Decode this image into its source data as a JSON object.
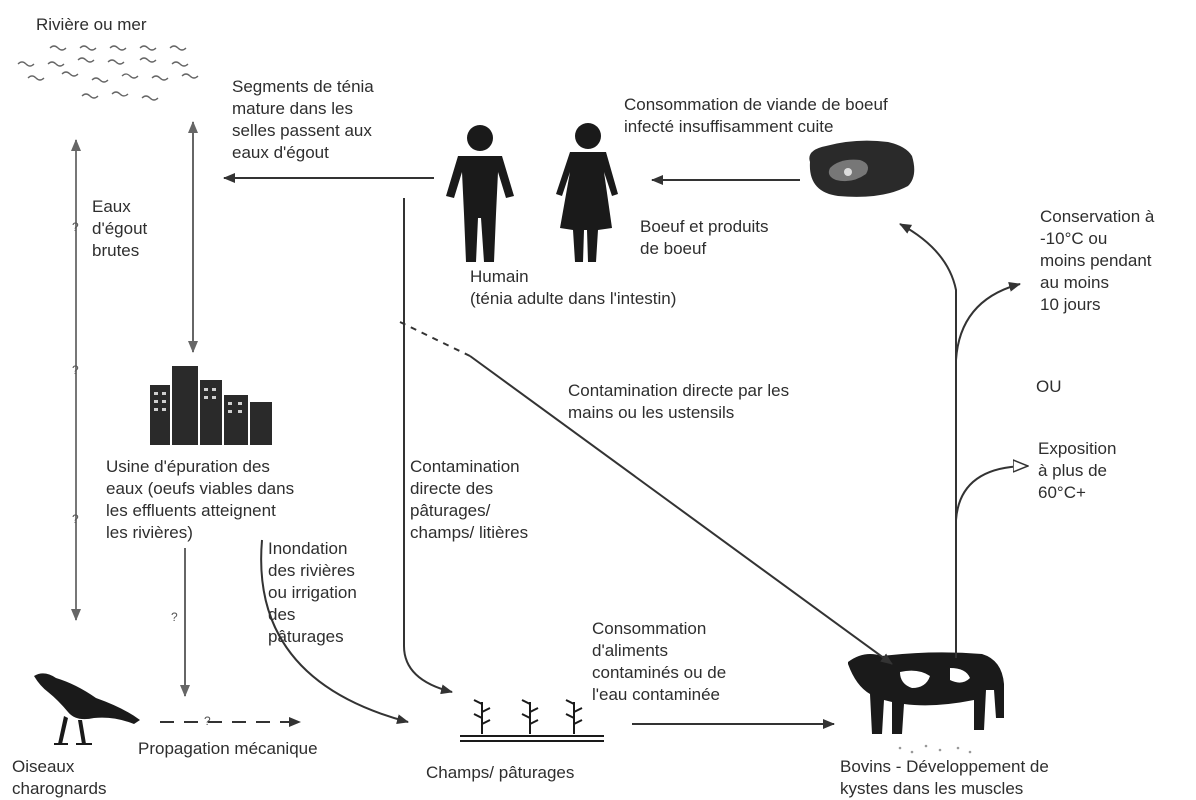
{
  "labels": {
    "river": "Rivière ou mer",
    "segments": "Segments de ténia\nmature dans les\nselles passent aux\neaux d'égout",
    "consumption_beef": "Consommation de viande de boeuf\ninfecté insuffisamment cuite",
    "beef_products": "Boeuf et produits\nde boeuf",
    "human": "Humain\n(ténia adulte dans l'intestin)",
    "raw_sewage": "Eaux\nd'égout\nbrutes",
    "conservation": "Conservation à\n-10°C ou\nmoins pendant\nau moins\n10 jours",
    "or": "OU",
    "exposure": "Exposition\nà plus de\n60°C+",
    "direct_hands": "Contamination directe par les\nmains ou les ustensils",
    "treatment_plant": "Usine d'épuration des\neaux (oeufs viables dans\nles effluents atteignent\nles rivières)",
    "direct_pastures": "Contamination\ndirecte des\npâturages/\nchamps/ litières",
    "flooding": "Inondation\ndes rivières\nou irrigation\ndes\npâturages",
    "food_consumption": "Consommation\nd'aliments\ncontaminés ou de\nl'eau contaminée",
    "scavengers": "Oiseaux\ncharognards",
    "mechanical": "Propagation mécanique",
    "fields": "Champs/ pâturages",
    "cattle": "Bovins - Développement de\nkystes dans les muscles",
    "question_mark": "?"
  },
  "icons": [
    "water-waves-icon",
    "man-icon",
    "woman-icon",
    "beef-steak-icon",
    "treatment-plant-icon",
    "vulture-icon",
    "crops-icon",
    "cow-icon"
  ],
  "colors": {
    "line": "#333333",
    "text": "#2e2e2e",
    "gray_arrow": "#777777"
  }
}
